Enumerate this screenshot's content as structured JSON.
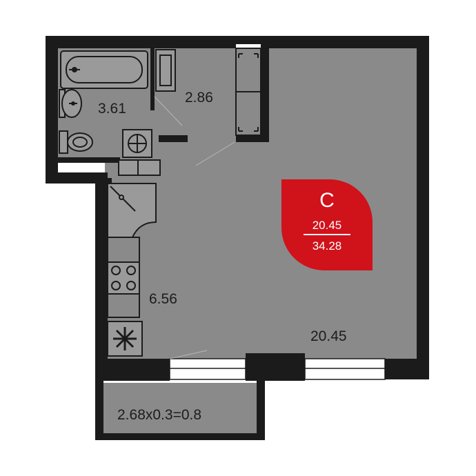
{
  "plan": {
    "rooms": {
      "bathroom": "3.61",
      "hallway": "2.86",
      "kitchen": "6.56",
      "living": "20.45",
      "balcony": "2.68x0.3=0.8"
    },
    "badge": {
      "type_letter": "C",
      "living_area": "20.45",
      "total_area": "34.28"
    },
    "colors": {
      "wall": "#1b1b1b",
      "floor": "#8a8a8a",
      "fixture_fill": "#9a9a9a",
      "badge": "#d0121b",
      "window_glass": "#ffffff"
    }
  }
}
